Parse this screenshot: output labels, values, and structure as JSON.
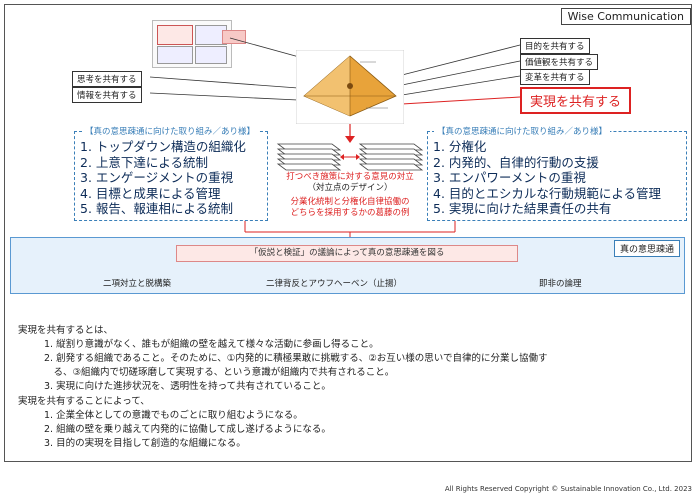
{
  "brand": "Wise Communication",
  "left_small_boxes": [
    "思考を共有する",
    "情報を共有する"
  ],
  "right_small_boxes": [
    "目的を共有する",
    "価値観を共有する",
    "変革を共有する"
  ],
  "highlight_box": "実現を共有する",
  "left_panel": {
    "title": "【真の意思疎通に向けた取り組み／あり様】",
    "items": [
      "1. トップダウン構造の組織化",
      "2. 上意下達による統制",
      "3. エンゲージメントの重視",
      "4. 目標と成果による管理",
      "5. 報告、報連相による統制"
    ]
  },
  "right_panel": {
    "title": "【真の意思疎通に向けた取り組み／あり様】",
    "items": [
      "1. 分権化",
      "2. 内発的、自律的行動の支援",
      "3. エンパワーメントの重視",
      "4. 目的とエシカルな行動規範による管理",
      "5. 実現に向けた結果責任の共有"
    ]
  },
  "middle_text": {
    "line1": "打つべき施策に対する意見の対立",
    "line2": "（対立点のデザイン）",
    "line3": "分業化統制と分権化自律協働の",
    "line4": "どちらを採用するかの葛藤の例"
  },
  "truth_label": "真の意思疎通",
  "hypothesis_bar": "「仮説と検証」の議論によって真の意思疎通を図る",
  "bottom_labels": [
    "二項対立と脱構築",
    "二律背反とアウフヘーベン（止揚）",
    "即非の論理"
  ],
  "text_block": {
    "heading1": "実現を共有するとは、",
    "items1": [
      "1. 縦割り意識がなく、誰もが組織の壁を越えて様々な活動に参画し得ること。",
      "2. 創発する組織であること。そのために、①内発的に積極果敢に挑戦する、②お互い様の思いで自律的に分業し協働す",
      "　る、③組織内で切磋琢磨して実現する、という意識が組織内で共有されること。",
      "3. 実現に向けた進捗状況を、透明性を持って共有されていること。"
    ],
    "heading2": "実現を共有することによって、",
    "items2": [
      "1. 企業全体としての意識でものごとに取り組むようになる。",
      "2. 組織の壁を乗り越えて内発的に協働して成し遂げるようになる。",
      "3. 目的の実現を目指して創造的な組織になる。"
    ]
  },
  "footer": "All Rights Reserved Copyright © Sustainable Innovation Co., Ltd. 2023",
  "colors": {
    "accent_red": "#dd2222",
    "accent_blue": "#3a7fb8",
    "panel_blue": "#e6f1fb",
    "diamond_orange": "#e8a33a"
  }
}
